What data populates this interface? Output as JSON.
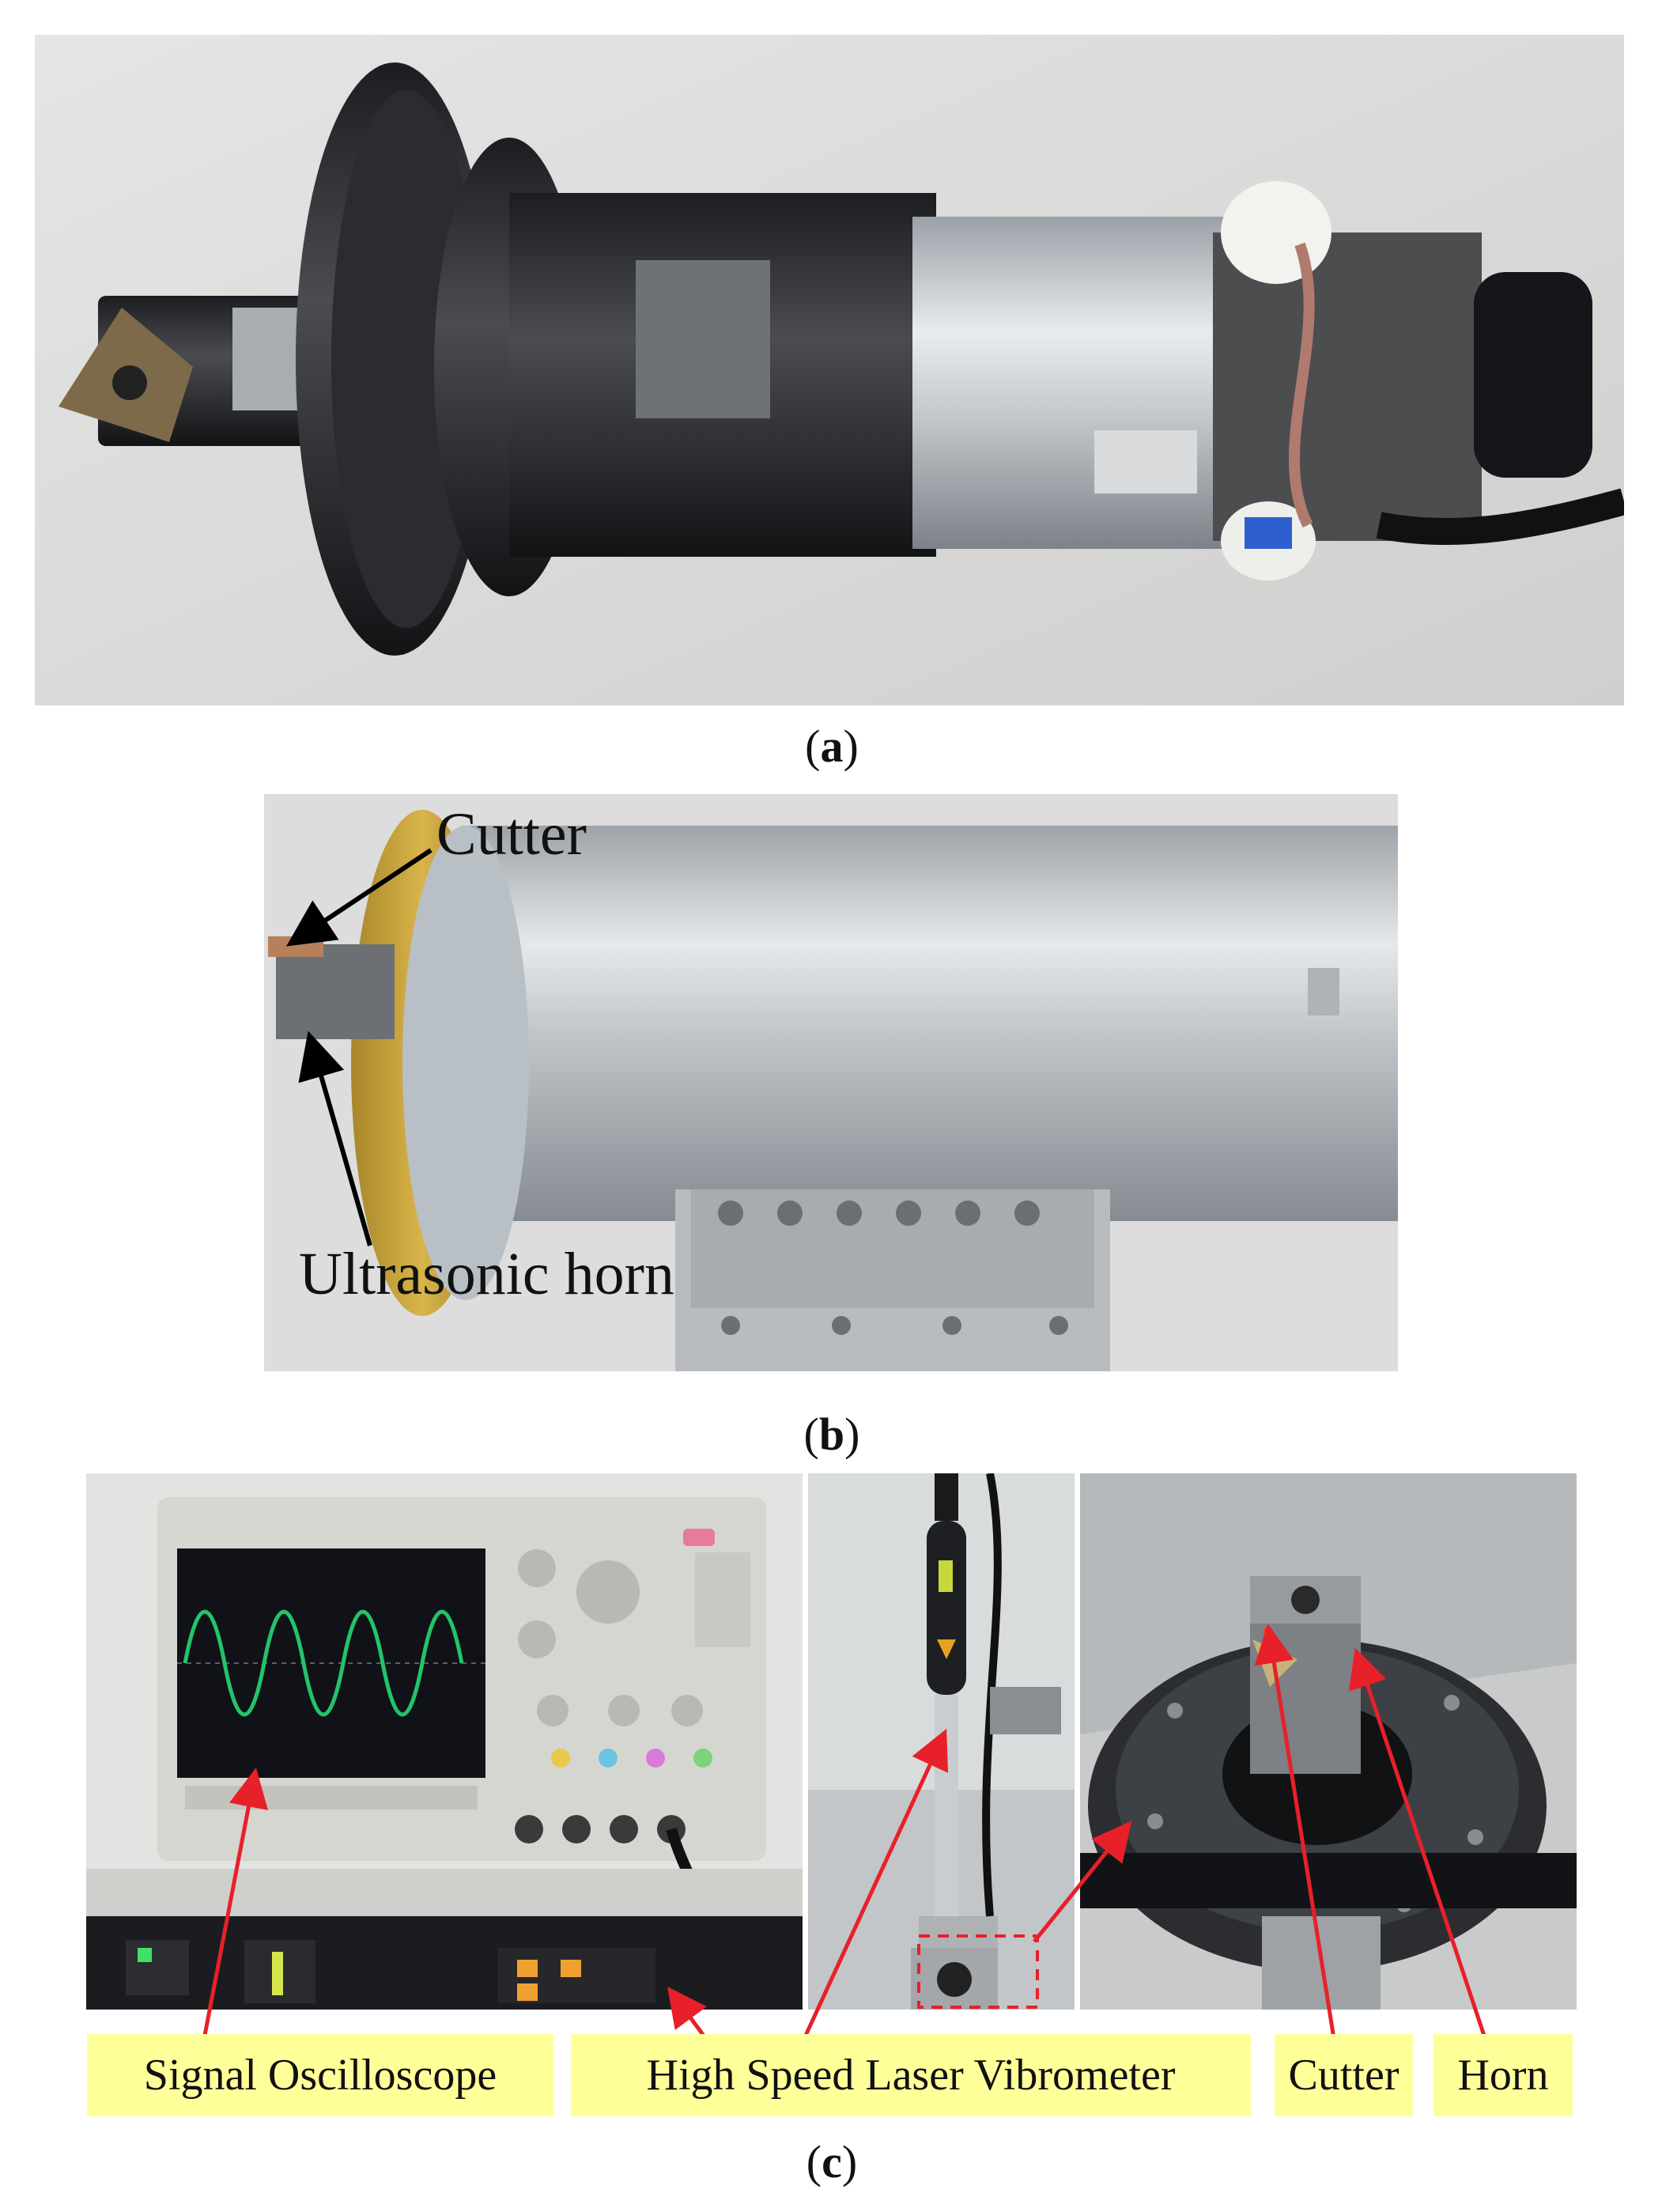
{
  "panels": {
    "a": {
      "caption_letter": "a"
    },
    "b": {
      "caption_letter": "b",
      "label_cutter": "Cutter",
      "label_horn": "Ultrasonic horn"
    },
    "c": {
      "caption_letter": "c",
      "label_oscilloscope": "Signal Oscilloscope",
      "label_vibrometer": "High Speed Laser Vibrometer",
      "label_cutter": "Cutter",
      "label_horn": "Horn"
    }
  },
  "colors": {
    "label_fill": "#ffff99",
    "arrow_red": "#e8202a",
    "waveform_green": "#22c46a",
    "brass": "#c9a53a"
  }
}
